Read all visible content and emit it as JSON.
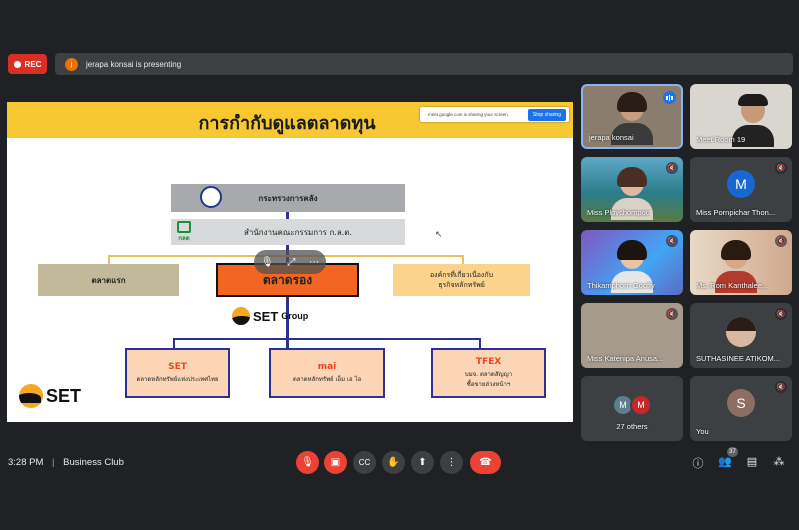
{
  "recording": {
    "label": "REC",
    "color": "#d93025"
  },
  "presenting": {
    "avatar_initial": "j",
    "text": "jerapa konsai is presenting"
  },
  "slide": {
    "title": "การกำกับดูแลตลาดทุน",
    "share_notice": {
      "text": "meet.google.com is sharing your screen.",
      "stop_label": "Stop sharing"
    },
    "ministry": "กระทรวงการคลัง",
    "sec_office": "สำนักงานคณะกรรมการ ก.ล.ต.",
    "sec_logo_label": "กลต",
    "primary_market": "ตลาดแรก",
    "secondary_market": "ตลาดรอง",
    "related_orgs": "องค์กรที่เกี่ยวเนื่องกับ\nธุรกิจหลักทรัพย์",
    "set_group": {
      "brand": "SET",
      "suffix": "Group"
    },
    "subs": [
      {
        "title": "SET",
        "desc": "ตลาดหลักทรัพย์แห่งประเทศไทย"
      },
      {
        "title": "mai",
        "desc": "ตลาดหลักทรัพย์ เอ็ม เอ ไอ"
      },
      {
        "title": "TFEX",
        "desc": "บมจ. ตลาดสัญญา\nซื้อขายล่วงหน้าฯ"
      }
    ],
    "logo": "SET"
  },
  "participants": [
    {
      "name": "jerapa konsai",
      "type": "video",
      "speaking": true
    },
    {
      "name": "Meet Room 19",
      "type": "video"
    },
    {
      "name": "Miss Ploychompoo",
      "type": "video",
      "muted": true
    },
    {
      "name": "Miss Pornpichar Thon...",
      "type": "initial",
      "initial": "M",
      "color": "#1967d2",
      "muted": true
    },
    {
      "name": "Thikamphorn Gooffy",
      "type": "video",
      "muted": true
    },
    {
      "name": "Ms. Rom Kanthalee...",
      "type": "video",
      "muted": true
    },
    {
      "name": "Miss Katenipa Anusa...",
      "type": "video",
      "muted": true
    },
    {
      "name": "SUTHASINEE ATIKOM...",
      "type": "video",
      "muted": true
    },
    {
      "name": "27 others",
      "type": "others"
    },
    {
      "name": "You",
      "type": "initial",
      "initial": "S",
      "color": "#8d6e63",
      "muted": true
    }
  ],
  "others_avatars": [
    {
      "initial": "M",
      "color": "#607d8b"
    },
    {
      "initial": "M",
      "color": "#c62828"
    }
  ],
  "bottom": {
    "time": "3:28 PM",
    "separator": "|",
    "meeting_name": "Business Club",
    "people_count": "37"
  },
  "icons": {
    "mic": "mic-off-icon",
    "cam": "camera-off-icon",
    "cc": "captions-icon",
    "hand": "raise-hand-icon",
    "present": "present-icon",
    "more": "more-vert-icon",
    "end": "end-call-icon",
    "info": "info-icon",
    "people": "people-icon",
    "chat": "chat-icon",
    "activities": "activities-icon"
  }
}
